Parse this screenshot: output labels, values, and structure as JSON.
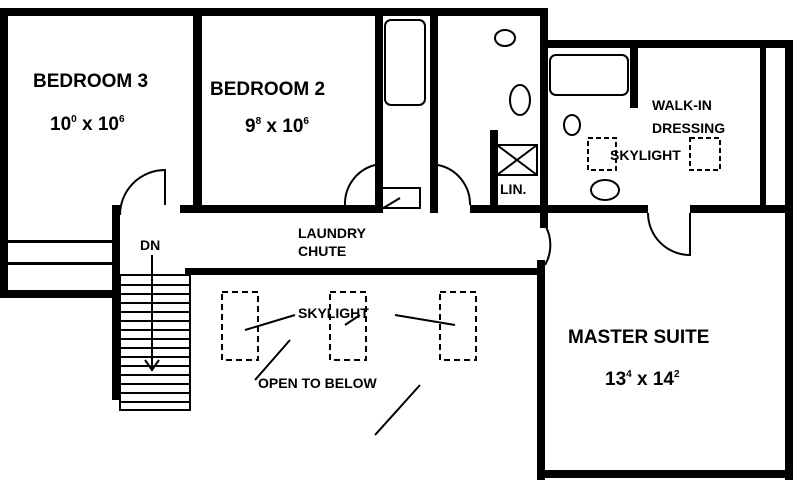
{
  "rooms": {
    "bedroom3": {
      "name": "BEDROOM 3",
      "dim_a": "10",
      "dim_a_sup": "0",
      "x": "x",
      "dim_b": "10",
      "dim_b_sup": "6"
    },
    "bedroom2": {
      "name": "BEDROOM 2",
      "dim_a": "9",
      "dim_a_sup": "8",
      "x": "x",
      "dim_b": "10",
      "dim_b_sup": "6"
    },
    "master": {
      "name": "MASTER SUITE",
      "dim_a": "13",
      "dim_a_sup": "4",
      "x": "x",
      "dim_b": "14",
      "dim_b_sup": "2"
    },
    "dressing": {
      "line1": "WALK-IN",
      "line2": "DRESSING"
    }
  },
  "labels": {
    "skylight_bath": "SKYLIGHT",
    "linen": "LIN.",
    "laundry_line1": "LAUNDRY",
    "laundry_line2": "CHUTE",
    "down": "DN",
    "skylight_main": "SKYLIGHT",
    "open_below": "OPEN TO BELOW"
  }
}
